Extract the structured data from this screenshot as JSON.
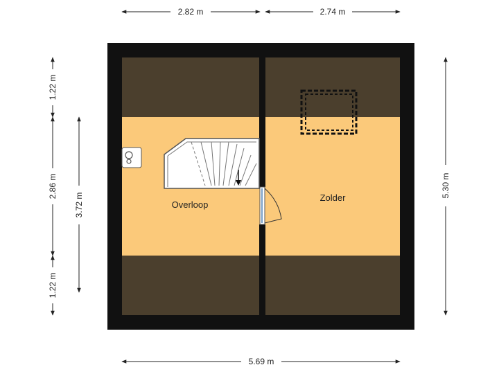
{
  "rooms": {
    "overloop": "Overloop",
    "zolder": "Zolder"
  },
  "dimensions": {
    "top_left": "2.82 m",
    "top_right": "2.74 m",
    "bottom": "5.69 m",
    "right": "5.30 m",
    "left_top": "1.22 m",
    "left_middle": "2.86 m",
    "left_bottom": "1.22 m",
    "left_inner": "3.72 m"
  },
  "colors": {
    "wall": "#111111",
    "low_ceiling": "#4b3f2d",
    "floor": "#fbc97a",
    "dimension_line": "#222222"
  }
}
